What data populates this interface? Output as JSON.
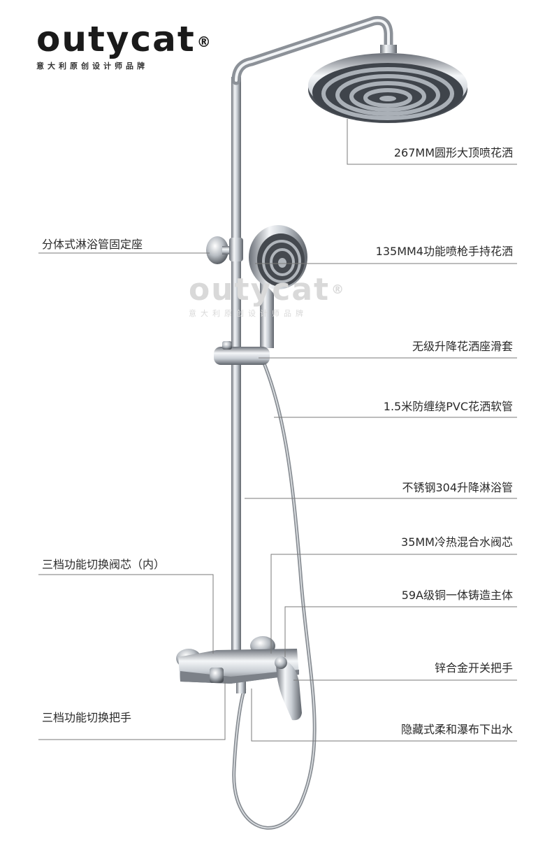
{
  "brand": {
    "name": "outycat",
    "reg": "®",
    "tagline": "意大利原创设计师品牌"
  },
  "watermark": {
    "name": "outycat",
    "reg": "®",
    "tagline": "意大利原创设计师品牌"
  },
  "labels": {
    "top_shower": "267MM圆形大顶喷花洒",
    "fixing_seat": "分体式淋浴管固定座",
    "hand_shower": "135MM4功能喷枪手持花洒",
    "slide_holder": "无级升降花洒座滑套",
    "hose": "1.5米防缠绕PVC花洒软管",
    "riser_pipe": "不锈钢304升降淋浴管",
    "cartridge": "35MM冷热混合水阀芯",
    "diverter_core": "三档功能切换阀芯（内）",
    "brass_body": "59A级铜一体铸造主体",
    "handle": "锌合金开关把手",
    "diverter_handle": "三档功能切换把手",
    "spout": "隐藏式柔和瀑布下出水"
  },
  "colors": {
    "leader_line": "#7a7a7a",
    "chrome_dark": "#5a5f66",
    "chrome_light": "#eef1f4"
  }
}
